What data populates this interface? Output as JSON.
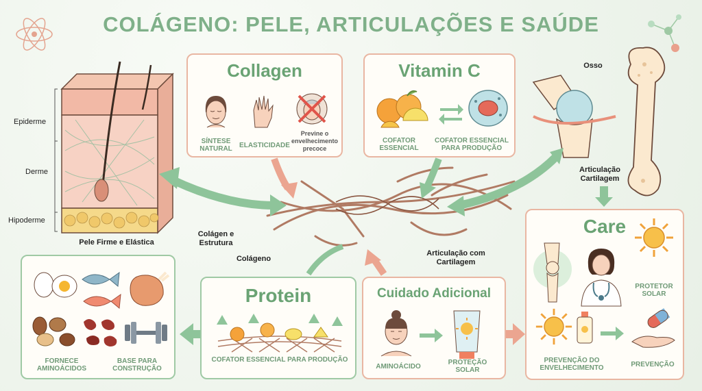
{
  "title": "COLÁGENO: PELE, ARTICULAÇÕES E SAÚDE",
  "skin": {
    "layer_epiderme": "Epiderme",
    "layer_derme": "Derme",
    "layer_hipoderme": "Hipoderme",
    "caption": "Pele Firme e Elástica"
  },
  "collagen_box": {
    "title": "Collagen",
    "items": [
      "SÍNTESE NATURAL",
      "ELASTICIDADE",
      "Previne o envelhecimento precoce"
    ]
  },
  "vitamin_box": {
    "title": "Vitamin C",
    "items": [
      "COFATOR ESSENCIAL",
      "COFATOR ESSENCIAL PARA PRODUÇÃO"
    ]
  },
  "joint": {
    "bone_label": "Osso",
    "joint_label": "Articulação Cartilagem"
  },
  "center": {
    "structure_label": "Colágen e Estrutura",
    "fiber_label": "Colágeno",
    "joint_label": "Articulação com Cartilagem"
  },
  "care_box": {
    "title": "Care",
    "sun_label": "PROTETOR SOLAR",
    "items": [
      "PREVENÇÃO DO ENVELHECIMENTO",
      "PREVENÇÃO"
    ]
  },
  "protein_box": {
    "title": "Protein",
    "caption": "COFATOR ESSENCIAL PARA PRODUÇÃO"
  },
  "additional_box": {
    "title": "Cuidado Adicional",
    "items": [
      "AMINOÁCIDO",
      "PROTEÇÃO SOLAR"
    ]
  },
  "foods_box": {
    "items": [
      "FORNECE AMINOÁCIDOS",
      "BASE PARA CONSTRUÇÃO"
    ]
  },
  "colors": {
    "title_green": "#7fb089",
    "box_border_peach": "#e9b6a2",
    "box_border_green": "#9fc9a4",
    "arrow_green": "#8ec49a",
    "arrow_peach": "#eba590",
    "fiber": "#b07a63"
  },
  "icons": [
    "atom-icon",
    "molecule-icon",
    "face-icon",
    "hand-icon",
    "aged-face-icon",
    "orange-icon",
    "cell-icon",
    "bone-icon",
    "knee-icon",
    "doctor-icon",
    "sun-icon",
    "sunscreen-icon",
    "capsule-icon",
    "egg-icon",
    "fish-icon",
    "chicken-icon",
    "nuts-icon",
    "beans-icon",
    "dumbbell-icon"
  ]
}
